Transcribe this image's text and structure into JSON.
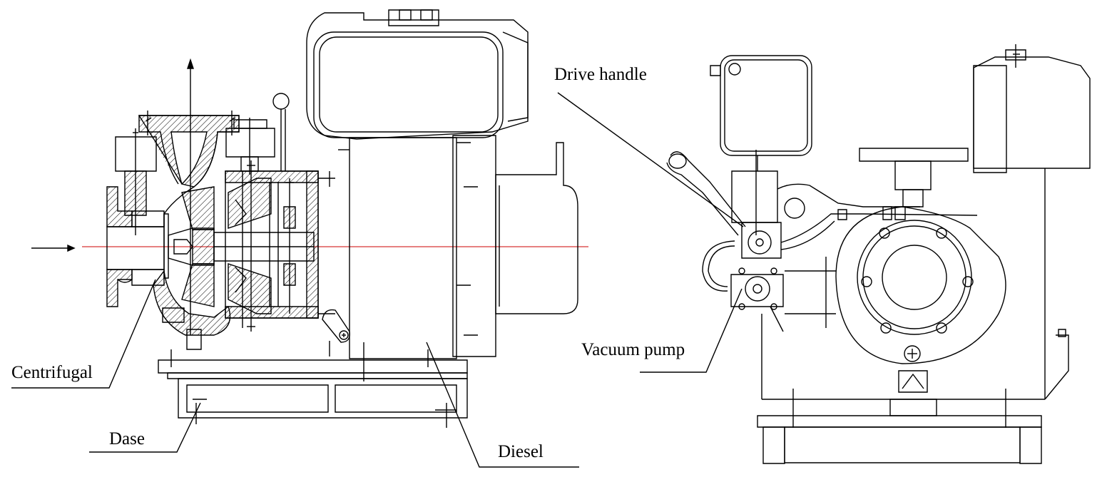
{
  "labels": {
    "centrifugal": "Centrifugal",
    "dase": "Dase",
    "diesel": "Diesel",
    "drive_handle": "Drive handle",
    "vacuum_pump": "Vacuum pump"
  },
  "colors": {
    "line": "#000000",
    "axis": "#cc0000",
    "background": "#ffffff"
  }
}
